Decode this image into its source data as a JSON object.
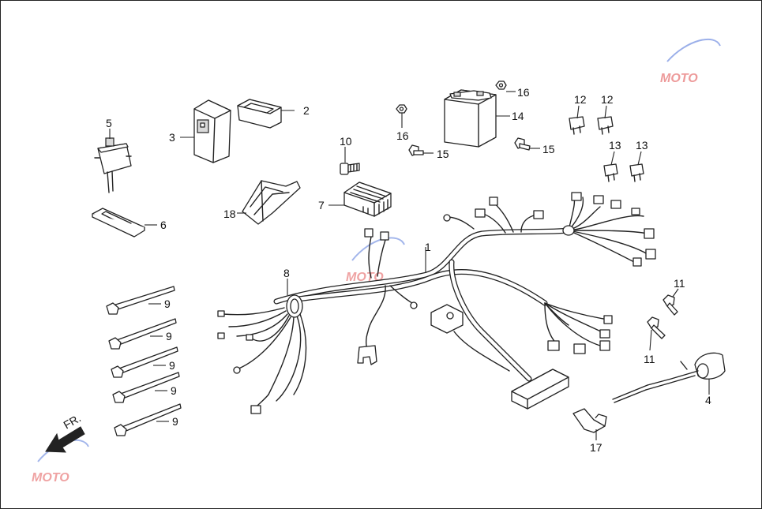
{
  "diagram": {
    "type": "exploded-parts-diagram",
    "colors": {
      "line": "#222222",
      "background": "#ffffff",
      "watermark_red": "#e04848",
      "watermark_blue": "#4a6fd8"
    },
    "direction_label": "FR.",
    "watermark_text": "MOTO",
    "callouts": {
      "c1": "1",
      "c2": "2",
      "c3": "3",
      "c4": "4",
      "c5": "5",
      "c6": "6",
      "c7": "7",
      "c8": "8",
      "c9a": "9",
      "c9b": "9",
      "c9c": "9",
      "c9d": "9",
      "c9e": "9",
      "c10": "10",
      "c11a": "11",
      "c11b": "11",
      "c12a": "12",
      "c12b": "12",
      "c13a": "13",
      "c13b": "13",
      "c14": "14",
      "c15a": "15",
      "c15b": "15",
      "c16a": "16",
      "c16b": "16",
      "c17": "17",
      "c18": "18"
    }
  }
}
